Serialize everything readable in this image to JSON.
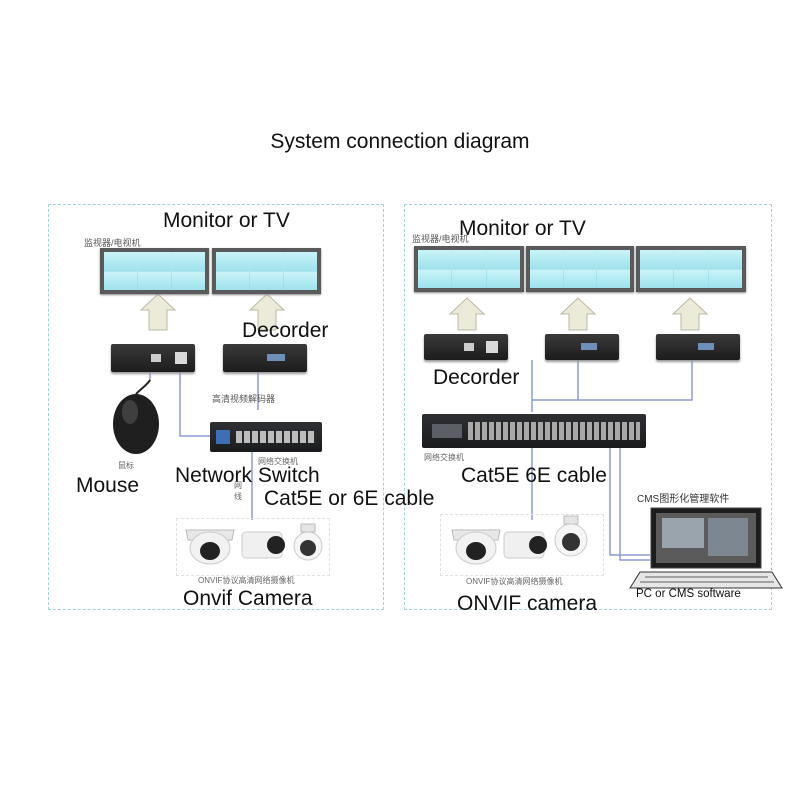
{
  "title": "System connection diagram",
  "left": {
    "monitor_label": "Monitor  or TV",
    "monitor_cn": "监视器/电视机",
    "decoder_label": "Decorder",
    "decoder_cn": "高清视频解码器",
    "switch_label": "Network Switch",
    "switch_cn": "网络交换机",
    "mouse_label": "Mouse",
    "mouse_cn": "鼠标",
    "cable_cn": "网线",
    "cable_label": "Cat5E or 6E cable",
    "camera_cn": "ONVIF协议高清网络摄像机",
    "camera_label": "Onvif Camera"
  },
  "right": {
    "monitor_label": "Monitor or TV",
    "monitor_cn": "监视器/电视机",
    "decoder_label": "Decorder",
    "switch_cn": "网络交换机",
    "cable_label": "Cat5E  6E cable",
    "cms_cn": "CMS图形化管理软件",
    "pc_label": "PC or CMS software",
    "camera_cn": "ONVIF协议高清网络摄像机",
    "camera_label": "ONVIF camera"
  },
  "colors": {
    "panel_border": "#9fd3d6",
    "cable": "#8e9ad6",
    "arrow": "#ecebd9"
  }
}
